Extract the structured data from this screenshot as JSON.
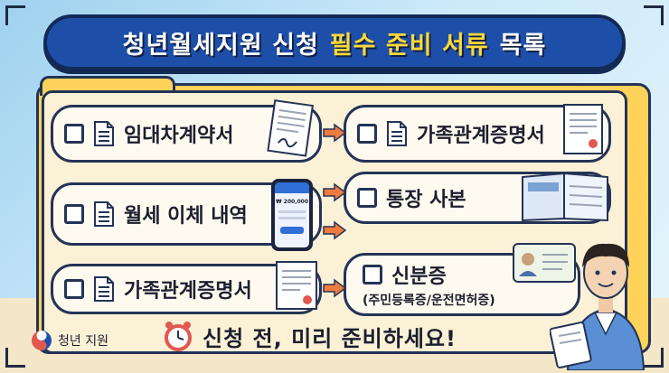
{
  "title": {
    "part1": "청년월세지원 신청",
    "part2": "필수 준비 서류",
    "part3": "목록"
  },
  "items": {
    "lease": "임대차계약서",
    "family_cert_right": "가족관계증명서",
    "rent_transfer": "월세 이체 내역",
    "bankbook": "통장 사본",
    "family_cert_left": "가족관계증명서",
    "id_card": "신분증",
    "id_card_sub": "(주민등록증/운전면허증)"
  },
  "footer": {
    "message": "신청 전, 미리 준비하세요!"
  },
  "logo": {
    "text": "청년 지원"
  },
  "phone": {
    "amount": "₩ 200,000"
  },
  "colors": {
    "banner": "#1e4fa8",
    "highlight": "#ffd93a",
    "folder": "#ffd25a",
    "arrow": "#f07b3f"
  }
}
